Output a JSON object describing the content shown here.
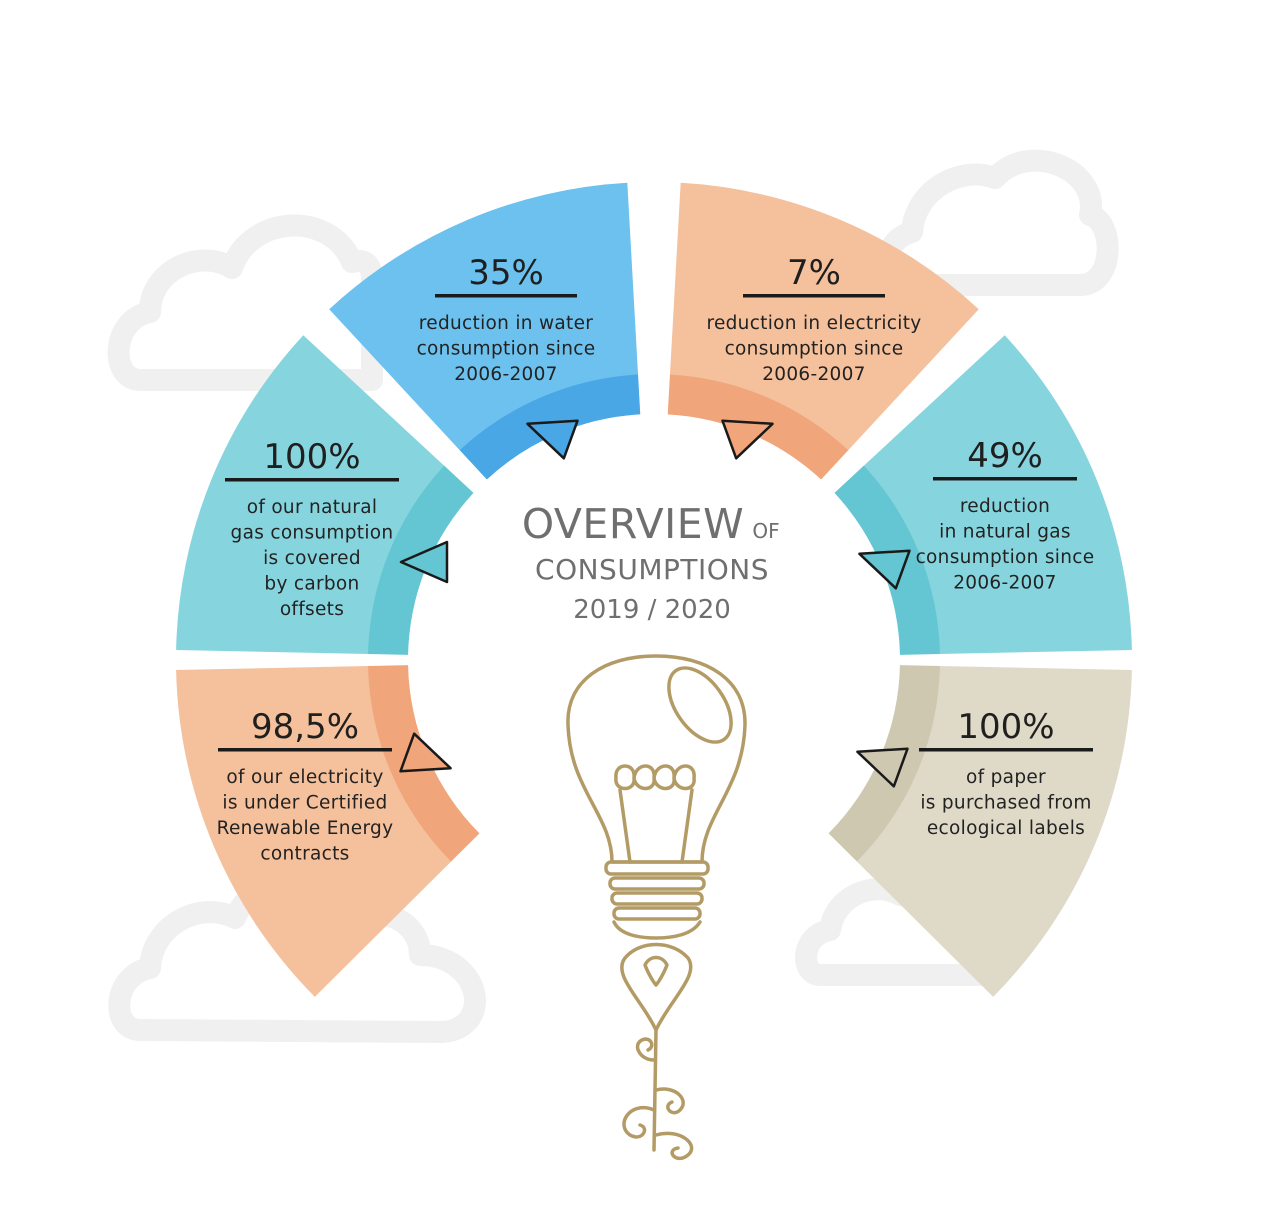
{
  "title": {
    "line1": "OVERVIEW",
    "line1_suffix": "OF",
    "line2": "CONSUMPTIONS",
    "line3": "2019 / 2020"
  },
  "colors": {
    "blue": "#6cc1ee",
    "blue_dark": "#4aa7e6",
    "teal": "#86d5de",
    "teal_dark": "#63c6d2",
    "orange": "#f5c09c",
    "orange_dark": "#f1a57a",
    "beige": "#dfd9c8",
    "beige_dark": "#cfc8b0",
    "gold": "#b39b65",
    "cloud": "#f0f0f0"
  },
  "icons": {
    "bulb": "light-bulb-icon",
    "arrow": "triangle-arrow-icon",
    "cloud": "cloud-icon"
  },
  "segments": [
    {
      "id": "water",
      "percent": "35%",
      "lines": [
        "reduction in water",
        "consumption since",
        "2006-2007"
      ],
      "color": "#6cc1ee",
      "inner": "#4aa7e6"
    },
    {
      "id": "electricity-reduction",
      "percent": "7%",
      "lines": [
        "reduction in electricity",
        "consumption since",
        "2006-2007"
      ],
      "color": "#f5c09c",
      "inner": "#f1a57a"
    },
    {
      "id": "natural-gas-offset",
      "percent": "100%",
      "lines": [
        "of our natural",
        "gas consumption",
        "is covered",
        "by carbon",
        "offsets"
      ],
      "color": "#86d5de",
      "inner": "#63c6d2"
    },
    {
      "id": "natural-gas-reduction",
      "percent": "49%",
      "lines": [
        "reduction",
        "in natural gas",
        "consumption since",
        "2006-2007"
      ],
      "color": "#86d5de",
      "inner": "#63c6d2"
    },
    {
      "id": "renewable-electricity",
      "percent": "98,5%",
      "lines": [
        "of our electricity",
        "is under Certified",
        "Renewable Energy",
        "contracts"
      ],
      "color": "#f5c09c",
      "inner": "#f1a57a"
    },
    {
      "id": "paper",
      "percent": "100%",
      "lines": [
        "of paper",
        "is purchased from",
        "ecological labels"
      ],
      "color": "#dfd9c8",
      "inner": "#cfc8b0"
    }
  ]
}
